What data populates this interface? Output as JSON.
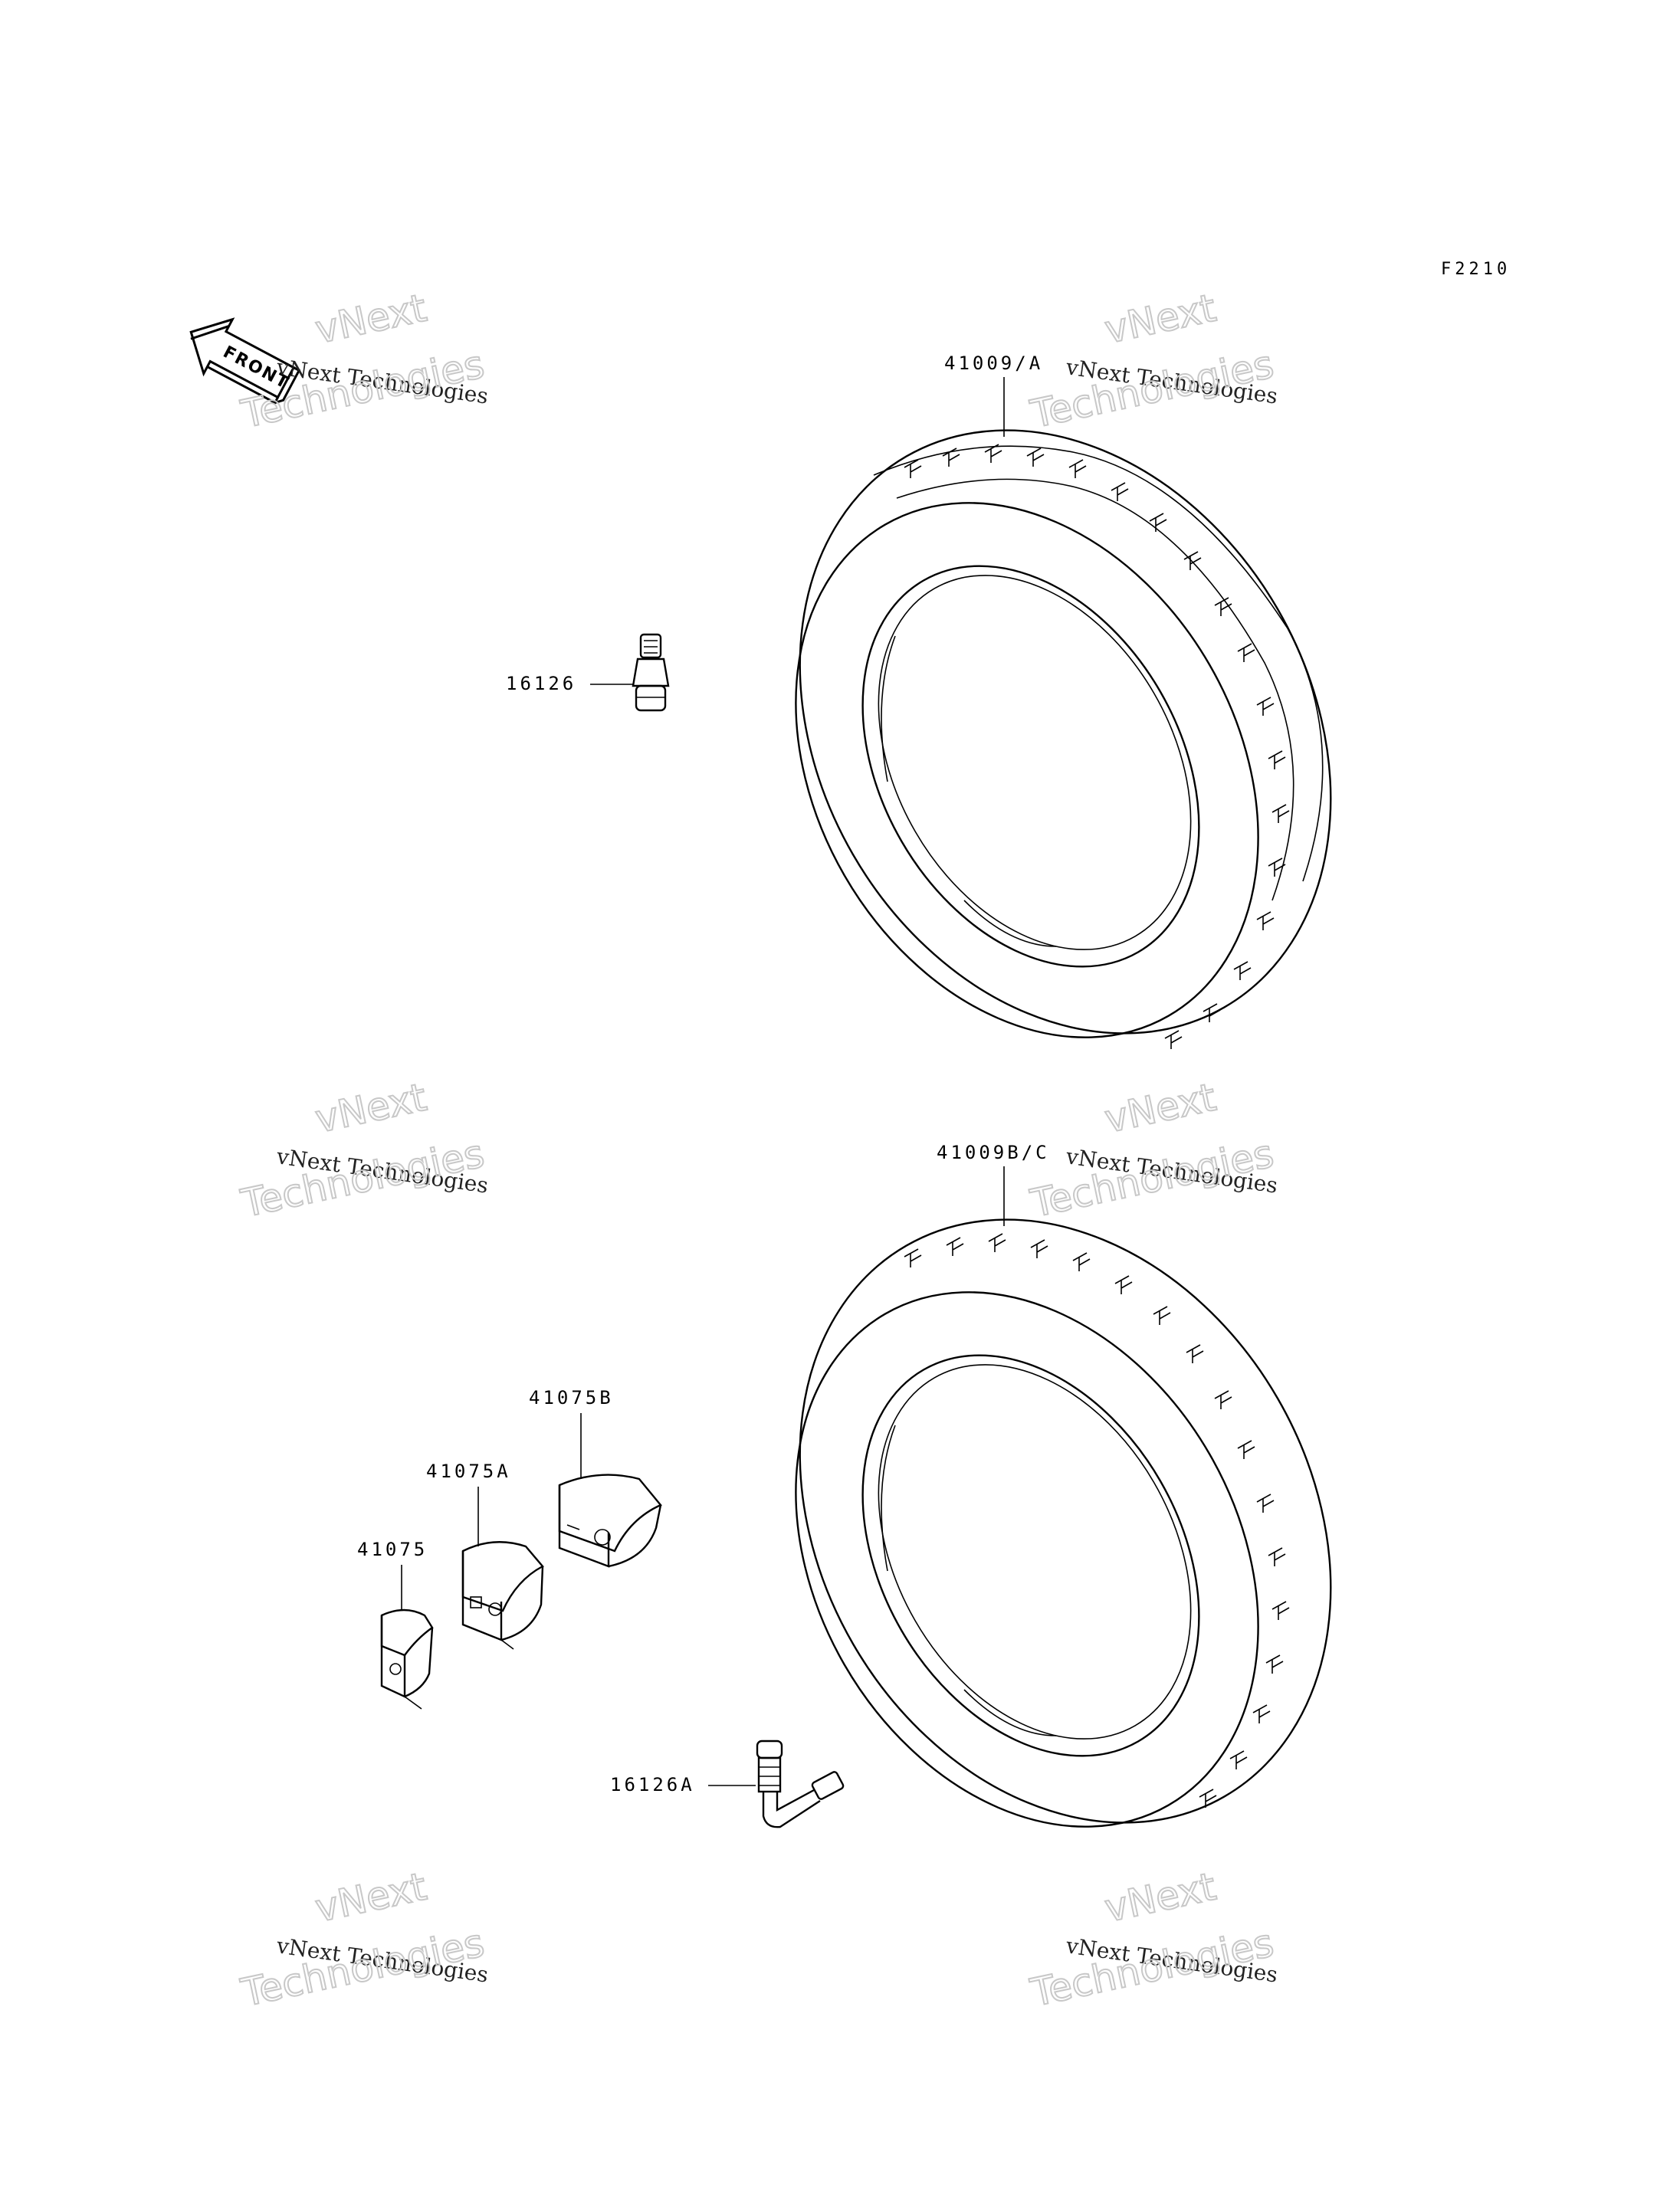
{
  "figure_ref": "F2210",
  "front_arrow": {
    "label": "FRONT",
    "icon": "front-arrow-icon"
  },
  "callouts": {
    "tire_rear": "41009/A",
    "tire_front": "41009B/C",
    "valve_straight": "16126",
    "valve_angled": "16126A",
    "weight_small": "41075",
    "weight_mid": "41075A",
    "weight_large": "41075B"
  },
  "watermark": {
    "line1": "vNext Technologies",
    "line2": "vNext",
    "line3": "Technologies"
  }
}
